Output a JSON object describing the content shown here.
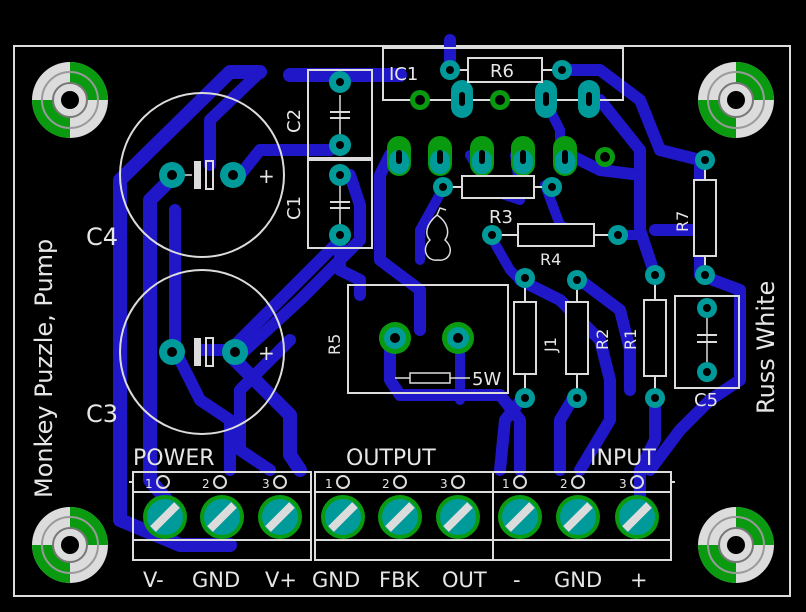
{
  "board": {
    "title": "Monkey Puzzle, Pump",
    "author": "Russ White"
  },
  "components": {
    "ic1": "IC1",
    "r1": "R1",
    "r2": "R2",
    "r3": "R3",
    "r4": "R4",
    "r5": "R5",
    "r6": "R6",
    "r7": "R7",
    "j1": "J1",
    "c1": "C1",
    "c2": "C2",
    "c3": "C3",
    "c4": "C4",
    "c5": "C5",
    "r5_rating": "5W",
    "plus": "+"
  },
  "terminals": {
    "power": "POWER",
    "output": "OUTPUT",
    "input": "INPUT",
    "pin1": "1",
    "pin2": "2",
    "pin3": "3"
  },
  "bottom_labels": {
    "v_minus": "V-",
    "gnd1": "GND",
    "v_plus": "V+",
    "gnd2": "GND",
    "fbk": "FBK",
    "out": "OUT",
    "minus": "-",
    "gnd3": "GND",
    "plus": "+"
  },
  "colors": {
    "board": "#000000",
    "trace": "#1f17c8",
    "pad_top": "#0a9a10",
    "pad_via": "#009a9a",
    "silkscreen": "#dcdcdc"
  }
}
